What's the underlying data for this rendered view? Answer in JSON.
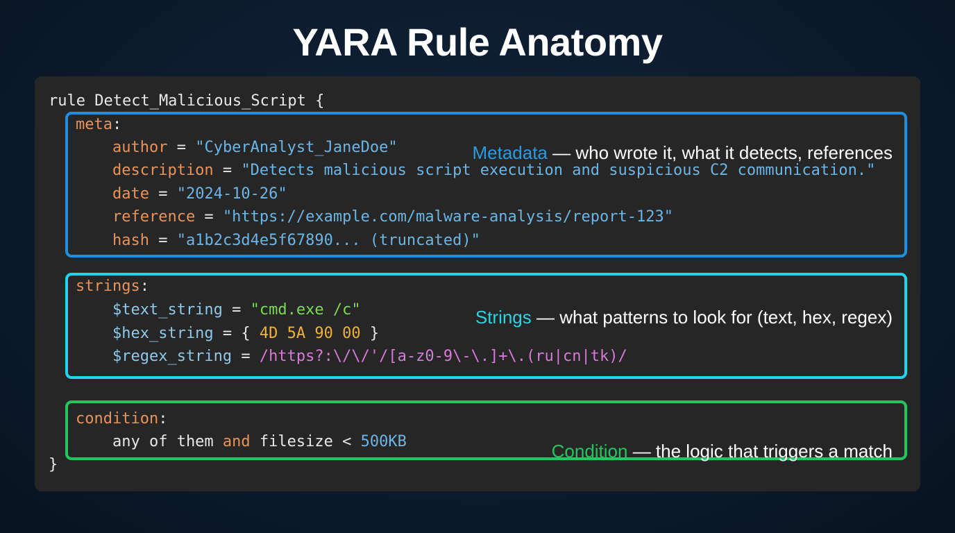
{
  "title": "YARA Rule Anatomy",
  "colors": {
    "keyword": "#e8935a",
    "string": "#6cb6e6",
    "variable": "#8fc8e8",
    "text_literal": "#7ed957",
    "hex": "#f0b232",
    "regex": "#d77ad8",
    "plain": "#e8e8e8",
    "meta_box": "#1e8fe0",
    "strings_box": "#22d3ee",
    "condition_box": "#22c55e"
  },
  "code": [
    [
      {
        "t": "rule Detect_Malicious_Script {",
        "c": "plain"
      }
    ],
    [
      {
        "t": "meta",
        "c": "keyword"
      },
      {
        "t": ":",
        "c": "plain"
      }
    ],
    [
      {
        "t": "    author",
        "c": "keyword"
      },
      {
        "t": " = ",
        "c": "plain"
      },
      {
        "t": "\"CyberAnalyst_JaneDoe\"",
        "c": "string"
      }
    ],
    [
      {
        "t": "    description",
        "c": "keyword"
      },
      {
        "t": " = ",
        "c": "plain"
      },
      {
        "t": "\"Detects malicious script execution and suspicious C2 communication.\"",
        "c": "string"
      }
    ],
    [
      {
        "t": "    date",
        "c": "keyword"
      },
      {
        "t": " = ",
        "c": "plain"
      },
      {
        "t": "\"2024-10-26\"",
        "c": "string"
      }
    ],
    [
      {
        "t": "    reference",
        "c": "keyword"
      },
      {
        "t": " = ",
        "c": "plain"
      },
      {
        "t": "\"https://example.com/malware-analysis/report-123\"",
        "c": "string"
      }
    ],
    [
      {
        "t": "    hash",
        "c": "keyword"
      },
      {
        "t": " = ",
        "c": "plain"
      },
      {
        "t": "\"a1b2c3d4e5f67890... (truncated)\"",
        "c": "string"
      }
    ],
    [
      {
        "t": "strings",
        "c": "keyword"
      },
      {
        "t": ":",
        "c": "plain"
      }
    ],
    [
      {
        "t": "    $text_string",
        "c": "variable"
      },
      {
        "t": " = ",
        "c": "plain"
      },
      {
        "t": "\"cmd.exe /c\"",
        "c": "text_literal"
      }
    ],
    [
      {
        "t": "    $hex_string",
        "c": "variable"
      },
      {
        "t": " = { ",
        "c": "plain"
      },
      {
        "t": "4D 5A 90 00",
        "c": "hex"
      },
      {
        "t": " }",
        "c": "plain"
      }
    ],
    [
      {
        "t": "    $regex_string",
        "c": "variable"
      },
      {
        "t": " = ",
        "c": "plain"
      },
      {
        "t": "/https?:\\/\\/'/[a-z0-9\\-\\.]+\\.(ru|cn|tk)/",
        "c": "regex"
      }
    ],
    [
      {
        "t": "condition",
        "c": "keyword"
      },
      {
        "t": ":",
        "c": "plain"
      }
    ],
    [
      {
        "t": "    any of them ",
        "c": "plain"
      },
      {
        "t": "and",
        "c": "keyword"
      },
      {
        "t": " filesize < ",
        "c": "plain"
      },
      {
        "t": "500KB",
        "c": "string"
      }
    ],
    [
      {
        "t": "}",
        "c": "plain"
      }
    ]
  ],
  "annotations": {
    "meta": {
      "label": "Metadata",
      "text": " — who wrote it, what it detects, references"
    },
    "strings": {
      "label": "Strings",
      "text": " — what patterns to look for (text, hex, regex)"
    },
    "condition": {
      "label": "Condition",
      "text": " — the logic that triggers a match"
    }
  }
}
